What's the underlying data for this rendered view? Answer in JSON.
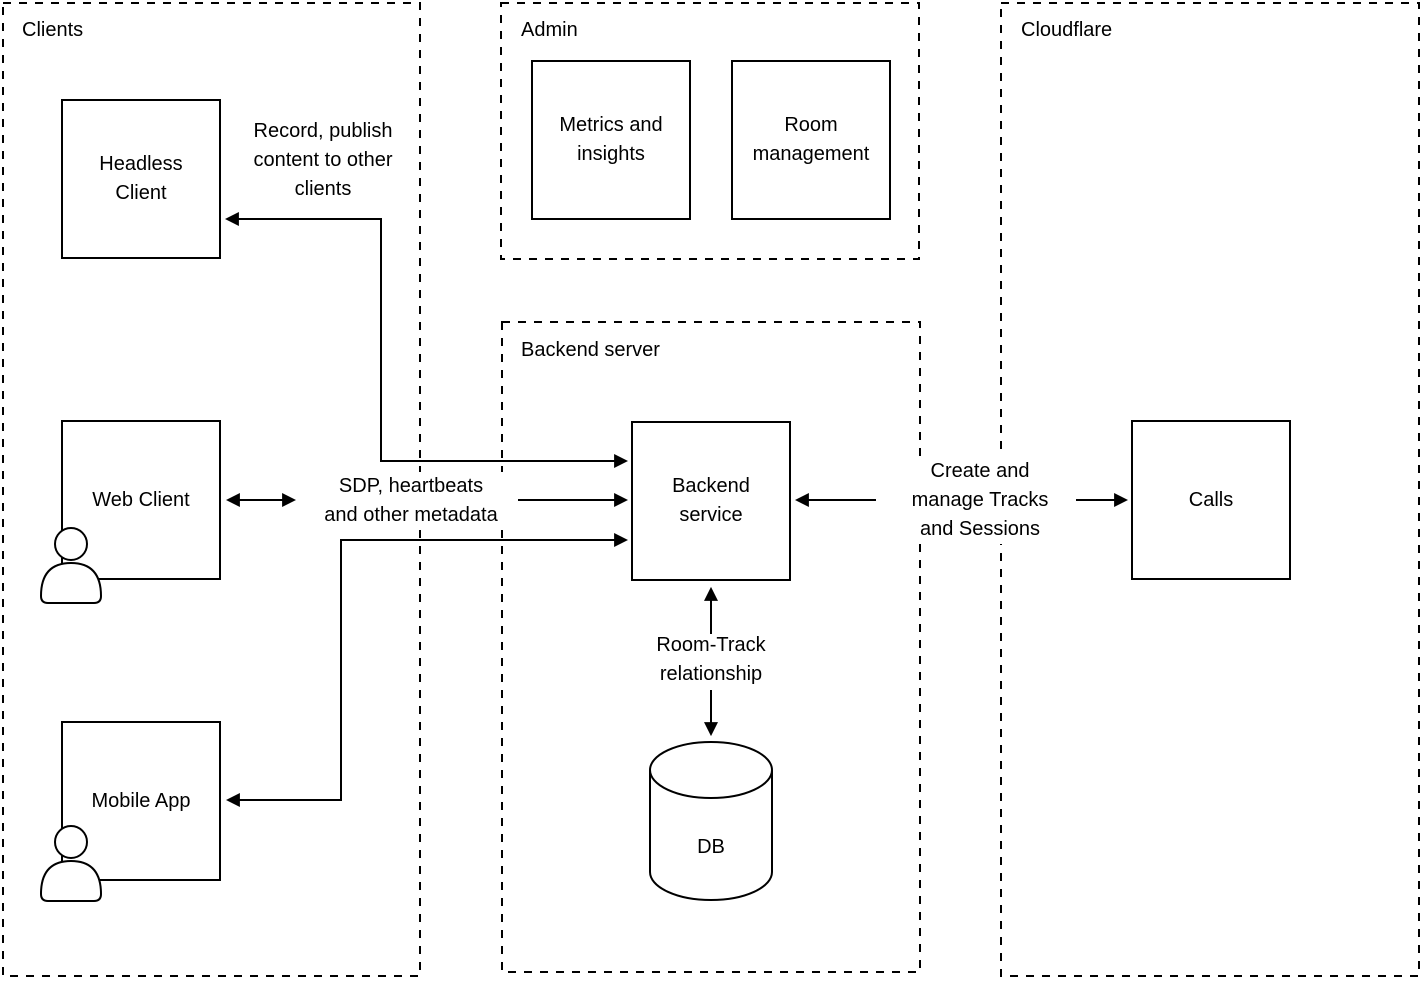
{
  "containers": {
    "clients": {
      "label": "Clients"
    },
    "admin": {
      "label": "Admin"
    },
    "backend_server": {
      "label": "Backend server"
    },
    "cloudflare": {
      "label": "Cloudflare"
    }
  },
  "nodes": {
    "headless_client": {
      "label": "Headless\nClient"
    },
    "web_client": {
      "label": "Web Client"
    },
    "mobile_app": {
      "label": "Mobile App"
    },
    "metrics_insights": {
      "label": "Metrics and\ninsights"
    },
    "room_management": {
      "label": "Room\nmanagement"
    },
    "backend_service": {
      "label": "Backend\nservice"
    },
    "calls": {
      "label": "Calls"
    },
    "db": {
      "label": "DB"
    }
  },
  "edges": {
    "record_publish": {
      "label": "Record, publish\ncontent to other\nclients"
    },
    "sdp_metadata": {
      "label": "SDP, heartbeats\nand other metadata"
    },
    "create_manage": {
      "label": "Create and\nmanage Tracks\nand Sessions"
    },
    "room_track": {
      "label": "Room-Track\nrelationship"
    }
  },
  "colors": {
    "stroke": "#000000",
    "background": "#ffffff",
    "node_fill": "#ffffff"
  }
}
